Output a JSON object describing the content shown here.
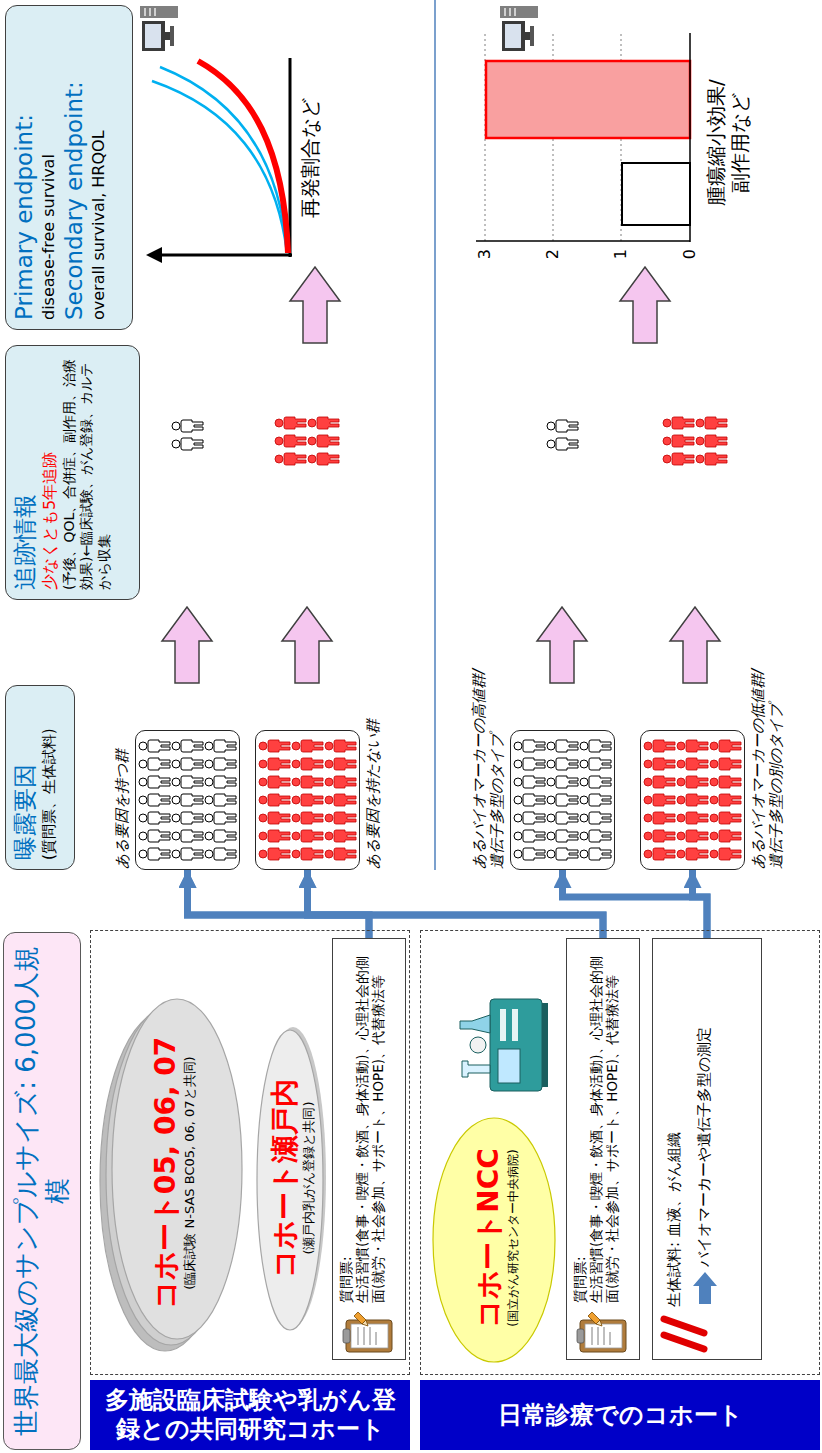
{
  "diagram": {
    "nodes": [
      {
        "text": [
          "世界最大級のサンプルサイズ: 6,000人規模"
        ]
      },
      {
        "text": [
          "多施設臨床試験や乳がん登録との共同研究コホート"
        ]
      },
      {
        "text": [
          "コホート05, 06, 07",
          "(臨床試験 N-SAS BC05, 06, 07と共同)"
        ],
        "in": 1
      },
      {
        "text": [
          "コホート瀬戸内",
          "(瀬戸内乳がん登録と共同)"
        ],
        "in": 1
      },
      {
        "text": [
          "質問票:",
          "生活習慣(食事・喫煙・飲酒、身体活動)、心理社会的側面(就労・社会参加、サポート、HOPE)、代替療法等"
        ],
        "in": 1
      },
      {
        "text": [
          "日常診療でのコホート"
        ]
      },
      {
        "text": [
          "コホートNCC",
          "(国立がん研究センター中央病院)"
        ],
        "in": 5
      },
      {
        "text": [
          "質問票:",
          "生活習慣(食事・喫煙・飲酒、身体活動)、心理社会的側面(就労・社会参加、サポート、HOPE)、代替療法等"
        ],
        "in": 5
      },
      {
        "text": [
          "生体試料: 血液、がん組織",
          "バイオマーカーや遺伝子多型の測定"
        ],
        "in": 5
      },
      {
        "text": [
          "曝露要因",
          "(質問票、生体試料)"
        ]
      },
      {
        "text": [
          "ある要因を持つ群"
        ]
      },
      {
        "text": [
          "ある要因を持たない群"
        ]
      },
      {
        "text": [
          "あるバイオマーカーの高値群/ 遺伝子多型のタイプ"
        ]
      },
      {
        "text": [
          "あるバイオマーカーの低値群/ 遺伝子多型の別のタイプ"
        ]
      },
      {
        "text": [
          "追跡情報",
          "少なくとも5年追跡",
          "(予後、QOL、合併症、副作用、治療効果)←臨床試験、がん登録、カルテから収集"
        ]
      },
      {
        "text": [
          "Primary endpoint:",
          "disease-free survival",
          "Secondary endpoint:",
          "overall survival, HRQOL"
        ]
      }
    ],
    "edges": [
      {
        "from": 4,
        "to": 10,
        "arrow": "to"
      },
      {
        "from": 4,
        "to": 11,
        "arrow": "to"
      },
      {
        "from": 7,
        "to": 10,
        "arrow": "to"
      },
      {
        "from": 7,
        "to": 11,
        "arrow": "to"
      },
      {
        "from": 8,
        "to": 12,
        "arrow": "to"
      },
      {
        "from": 8,
        "to": 13,
        "arrow": "to"
      }
    ],
    "labels": [
      "再発割合など",
      "3",
      "2",
      "1",
      "0",
      "腫瘍縮小効果/ 副作用など"
    ]
  }
}
